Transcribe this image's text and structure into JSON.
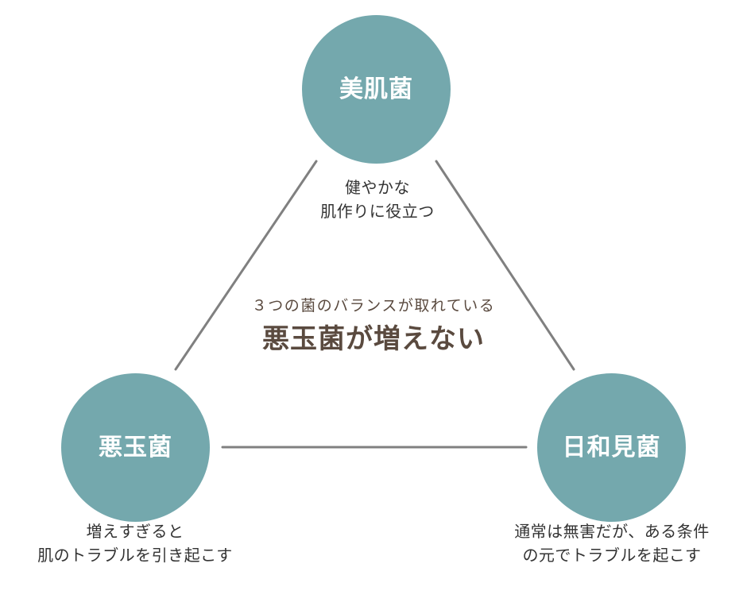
{
  "diagram": {
    "type": "triangle-relationship",
    "background_color": "#ffffff",
    "node_color": "#74a8ad",
    "node_label_color": "#ffffff",
    "caption_color": "#333333",
    "center_text_color": "#5a4a3f",
    "connector_color": "#808080"
  },
  "nodes": {
    "top": {
      "label": "美肌菌",
      "caption": "健やかな\n肌作りに役立つ"
    },
    "bottom_left": {
      "label": "悪玉菌",
      "caption": "増えすぎると\n肌のトラブルを引き起こす"
    },
    "bottom_right": {
      "label": "日和見菌",
      "caption": "通常は無害だが、ある条件\nの元でトラブルを起こす"
    }
  },
  "center": {
    "subtitle": "３つの菌のバランスが取れている",
    "title": "悪玉菌が増えない"
  }
}
